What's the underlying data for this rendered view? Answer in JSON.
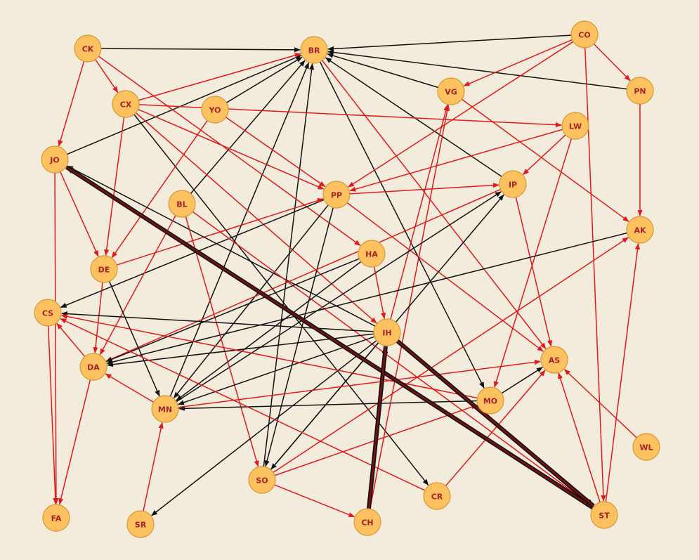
{
  "colors": {
    "background": "#f3ecdc",
    "node_fill": "#fdc15f",
    "node_stroke": "#d49a35",
    "label": "#a5232b",
    "edge_black": "#111111",
    "edge_red": "#e01a1a",
    "edge_thick": "#7a1010"
  },
  "nodes": [
    {
      "id": "CK",
      "label": "CK"
    },
    {
      "id": "BR",
      "label": "BR"
    },
    {
      "id": "CO",
      "label": "CO"
    },
    {
      "id": "PN",
      "label": "PN"
    },
    {
      "id": "CX",
      "label": "CX"
    },
    {
      "id": "YO",
      "label": "YO"
    },
    {
      "id": "VG",
      "label": "VG"
    },
    {
      "id": "LW",
      "label": "LW"
    },
    {
      "id": "JO",
      "label": "JO"
    },
    {
      "id": "PP",
      "label": "PP"
    },
    {
      "id": "IP",
      "label": "IP"
    },
    {
      "id": "BL",
      "label": "BL"
    },
    {
      "id": "AK",
      "label": "AK"
    },
    {
      "id": "HA",
      "label": "HA"
    },
    {
      "id": "DE",
      "label": "DE"
    },
    {
      "id": "CS",
      "label": "CS"
    },
    {
      "id": "IH",
      "label": "IH"
    },
    {
      "id": "DA",
      "label": "DA"
    },
    {
      "id": "AS",
      "label": "AS"
    },
    {
      "id": "MN",
      "label": "MN"
    },
    {
      "id": "MO",
      "label": "MO"
    },
    {
      "id": "WL",
      "label": "WL"
    },
    {
      "id": "SO",
      "label": "SO"
    },
    {
      "id": "CR",
      "label": "CR"
    },
    {
      "id": "FA",
      "label": "FA"
    },
    {
      "id": "SR",
      "label": "SR"
    },
    {
      "id": "CH",
      "label": "CH"
    },
    {
      "id": "ST",
      "label": "ST"
    }
  ],
  "edges": [
    {
      "from": "CK",
      "to": "BR",
      "color": "black"
    },
    {
      "from": "CO",
      "to": "BR",
      "color": "black"
    },
    {
      "from": "PN",
      "to": "BR",
      "color": "black"
    },
    {
      "from": "VG",
      "to": "BR",
      "color": "black"
    },
    {
      "from": "IP",
      "to": "BR",
      "color": "black"
    },
    {
      "from": "YO",
      "to": "BR",
      "color": "black"
    },
    {
      "from": "JO",
      "to": "BR",
      "color": "black"
    },
    {
      "from": "BL",
      "to": "BR",
      "color": "black"
    },
    {
      "from": "MN",
      "to": "BR",
      "color": "black"
    },
    {
      "from": "SO",
      "to": "BR",
      "color": "black"
    },
    {
      "from": "BR",
      "to": "MO",
      "color": "black"
    },
    {
      "from": "CX",
      "to": "BR",
      "color": "red"
    },
    {
      "from": "BR",
      "to": "AS",
      "color": "red"
    },
    {
      "from": "CK",
      "to": "CX",
      "color": "red"
    },
    {
      "from": "CK",
      "to": "JO",
      "color": "red"
    },
    {
      "from": "CK",
      "to": "HA",
      "color": "red"
    },
    {
      "from": "CX",
      "to": "LW",
      "color": "red"
    },
    {
      "from": "CX",
      "to": "PP",
      "color": "red"
    },
    {
      "from": "CX",
      "to": "IH",
      "color": "red"
    },
    {
      "from": "CX",
      "to": "DE",
      "color": "red"
    },
    {
      "from": "CX",
      "to": "CR",
      "color": "black"
    },
    {
      "from": "YO",
      "to": "PP",
      "color": "red"
    },
    {
      "from": "YO",
      "to": "DE",
      "color": "red"
    },
    {
      "from": "CO",
      "to": "PN",
      "color": "red"
    },
    {
      "from": "CO",
      "to": "VG",
      "color": "red"
    },
    {
      "from": "CO",
      "to": "PP",
      "color": "red"
    },
    {
      "from": "CO",
      "to": "ST",
      "color": "red"
    },
    {
      "from": "PN",
      "to": "AK",
      "color": "red"
    },
    {
      "from": "VG",
      "to": "AK",
      "color": "red"
    },
    {
      "from": "IH",
      "to": "VG",
      "color": "red"
    },
    {
      "from": "CH",
      "to": "VG",
      "color": "red"
    },
    {
      "from": "LW",
      "to": "PP",
      "color": "red"
    },
    {
      "from": "LW",
      "to": "IP",
      "color": "red"
    },
    {
      "from": "LW",
      "to": "MO",
      "color": "red"
    },
    {
      "from": "PP",
      "to": "IP",
      "color": "red"
    },
    {
      "from": "PP",
      "to": "AS",
      "color": "red"
    },
    {
      "from": "PP",
      "to": "CS",
      "color": "black"
    },
    {
      "from": "PP",
      "to": "MN",
      "color": "black"
    },
    {
      "from": "PP",
      "to": "SO",
      "color": "black"
    },
    {
      "from": "DE",
      "to": "PP",
      "color": "red"
    },
    {
      "from": "JO",
      "to": "DE",
      "color": "red"
    },
    {
      "from": "JO",
      "to": "FA",
      "color": "red"
    },
    {
      "from": "JO",
      "to": "ST",
      "color": "black"
    },
    {
      "from": "IH",
      "to": "JO",
      "color": "black"
    },
    {
      "from": "IP",
      "to": "DA",
      "color": "red"
    },
    {
      "from": "IP",
      "to": "AS",
      "color": "red"
    },
    {
      "from": "MN",
      "to": "IP",
      "color": "black"
    },
    {
      "from": "SO",
      "to": "IP",
      "color": "black"
    },
    {
      "from": "BL",
      "to": "DA",
      "color": "red"
    },
    {
      "from": "BL",
      "to": "SO",
      "color": "red"
    },
    {
      "from": "BL",
      "to": "ST",
      "color": "red"
    },
    {
      "from": "HA",
      "to": "IH",
      "color": "red"
    },
    {
      "from": "HA",
      "to": "DA",
      "color": "black"
    },
    {
      "from": "HA",
      "to": "MN",
      "color": "black"
    },
    {
      "from": "DE",
      "to": "DA",
      "color": "red"
    },
    {
      "from": "DE",
      "to": "MN",
      "color": "black"
    },
    {
      "from": "IH",
      "to": "CS",
      "color": "black"
    },
    {
      "from": "IH",
      "to": "DA",
      "color": "black"
    },
    {
      "from": "IH",
      "to": "MN",
      "color": "black"
    },
    {
      "from": "IH",
      "to": "SO",
      "color": "black"
    },
    {
      "from": "IH",
      "to": "SR",
      "color": "black"
    },
    {
      "from": "AK",
      "to": "DA",
      "color": "black"
    },
    {
      "from": "SO",
      "to": "AK",
      "color": "red"
    },
    {
      "from": "ST",
      "to": "AK",
      "color": "red"
    },
    {
      "from": "MO",
      "to": "CS",
      "color": "red"
    },
    {
      "from": "MO",
      "to": "MN",
      "color": "black"
    },
    {
      "from": "MO",
      "to": "AS",
      "color": "black"
    },
    {
      "from": "MN",
      "to": "AS",
      "color": "red"
    },
    {
      "from": "SO",
      "to": "MO",
      "color": "red"
    },
    {
      "from": "SO",
      "to": "CH",
      "color": "red"
    },
    {
      "from": "CR",
      "to": "CS",
      "color": "red"
    },
    {
      "from": "CR",
      "to": "AS",
      "color": "red"
    },
    {
      "from": "MN",
      "to": "DA",
      "color": "red"
    },
    {
      "from": "DA",
      "to": "CS",
      "color": "red"
    },
    {
      "from": "CS",
      "to": "FA",
      "color": "red"
    },
    {
      "from": "DA",
      "to": "FA",
      "color": "red"
    },
    {
      "from": "SR",
      "to": "MN",
      "color": "red"
    },
    {
      "from": "WL",
      "to": "AS",
      "color": "red"
    },
    {
      "from": "ST",
      "to": "AS",
      "color": "red"
    }
  ],
  "thick_edges": [
    {
      "from": "ST",
      "to": "JO"
    },
    {
      "from": "IH",
      "to": "ST"
    },
    {
      "from": "CH",
      "to": "IH"
    }
  ]
}
